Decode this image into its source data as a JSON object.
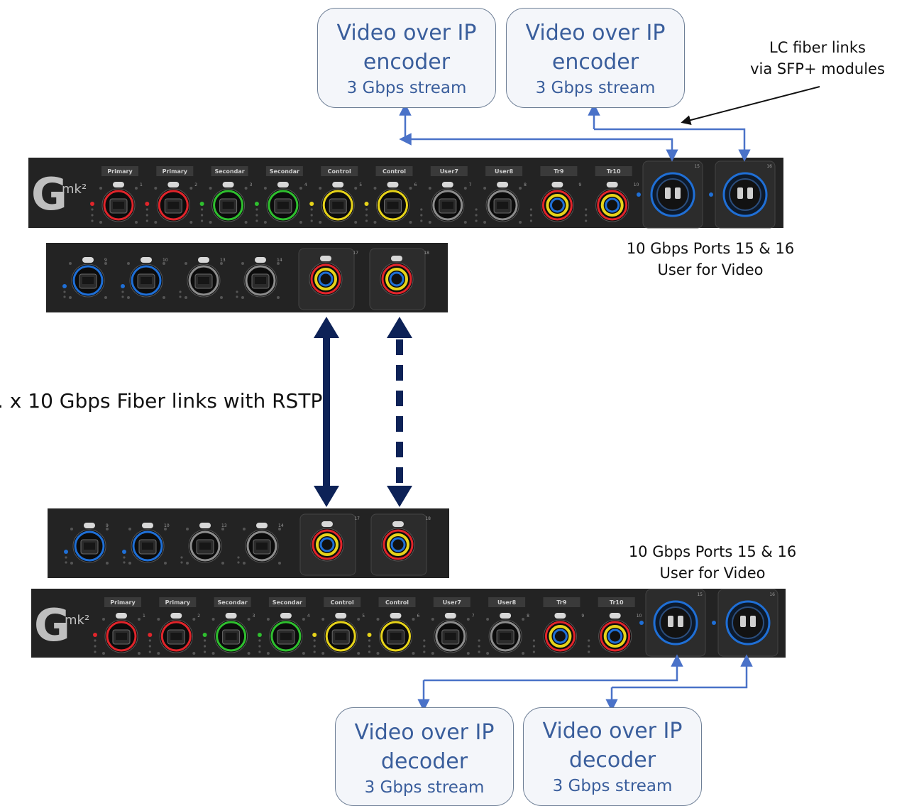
{
  "encoders": [
    {
      "line1": "Video over IP",
      "line2": "encoder",
      "line3": "3 Gbps stream"
    },
    {
      "line1": "Video over IP",
      "line2": "encoder",
      "line3": "3 Gbps stream"
    }
  ],
  "decoders": [
    {
      "line1": "Video over IP",
      "line2": "decoder",
      "line3": "3 Gbps stream"
    },
    {
      "line1": "Video over IP",
      "line2": "decoder",
      "line3": "3 Gbps stream"
    }
  ],
  "fiber_note": {
    "line1": "LC fiber links",
    "line2": "via SFP+ modules"
  },
  "ports_note_top": {
    "line1": "10 Gbps Ports 15 & 16",
    "line2": "User for Video"
  },
  "ports_note_bottom": {
    "line1": "10 Gbps Ports 15 & 16",
    "line2": "User for Video"
  },
  "rstp_note": ". x 10 Gbps Fiber links with RSTP",
  "switch": {
    "logo_letter": "G",
    "logo_suffix": "mk²",
    "port_labels": [
      "Primary",
      "Primary",
      "Secondar",
      "Secondar",
      "Control",
      "Control",
      "User7",
      "User8",
      "Tr9",
      "Tr10"
    ],
    "port_numbers": [
      "1",
      "2",
      "3",
      "4",
      "5",
      "6",
      "7",
      "8",
      "9",
      "10"
    ],
    "sfp_numbers": [
      "15",
      "16"
    ],
    "expansion_port_numbers": [
      "9",
      "10",
      "13",
      "14"
    ],
    "expansion_sfp_numbers": [
      "17",
      "18"
    ]
  },
  "colors": {
    "box_text": "#3a5e9c",
    "box_border": "#6e7f96",
    "connector_line": "#4a72c8",
    "rstp_arrow": "#0d2257",
    "panel": "#232323",
    "ring_red": "#e0252b",
    "ring_green": "#2fbf2f",
    "ring_yellow": "#e6d31a",
    "ring_blue": "#1f6fd6",
    "ring_gray": "#8c8c8c"
  }
}
